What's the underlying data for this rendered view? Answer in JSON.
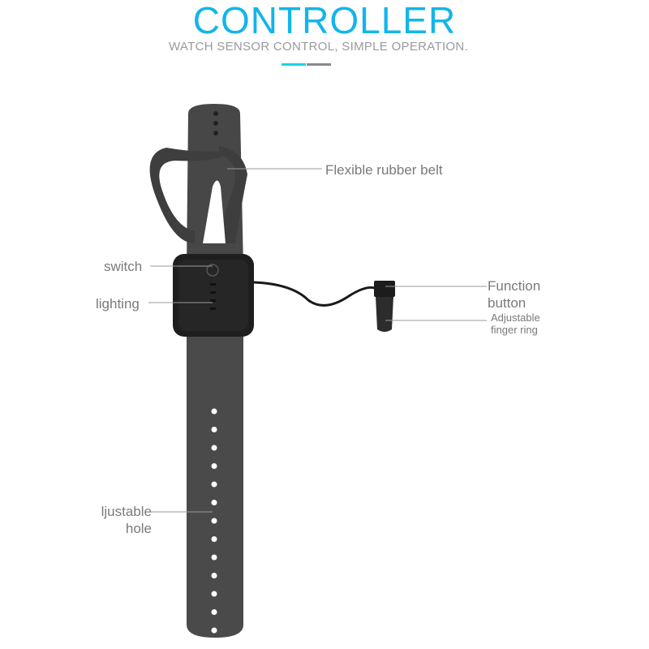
{
  "header": {
    "title": "CONTROLLER",
    "subtitle": "WATCH SENSOR CONTROL, SIMPLE OPERATION."
  },
  "colors": {
    "accent": "#13b5ea",
    "gray": "#8a8a8a",
    "strap": "#4a4a4a",
    "body": "#1e1e1e"
  },
  "labels": {
    "belt": "Flexible rubber belt",
    "switch": "switch",
    "lighting": "lighting",
    "function_button": "Function button",
    "finger_ring": "Adjustable finger ring",
    "hole": "ljustable hole"
  },
  "holes_count": 13
}
